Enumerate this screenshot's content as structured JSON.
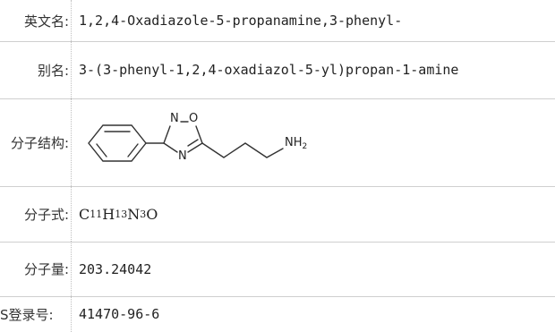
{
  "rows": {
    "english_name": {
      "label": "英文名:",
      "value": "1,2,4-Oxadiazole-5-propanamine,3-phenyl-"
    },
    "alias": {
      "label": "别名:",
      "value": "3-(3-phenyl-1,2,4-oxadiazol-5-yl)propan-1-amine"
    },
    "structure": {
      "label": "分子结构:",
      "atoms": {
        "n_top": "N",
        "o": "O",
        "n_bottom": "N",
        "amine_n": "NH",
        "amine_sub": "2"
      }
    },
    "formula": {
      "label": "分子式:",
      "parts": {
        "c": "C",
        "c_n": "11",
        "h": "H",
        "h_n": "13",
        "n": "N",
        "n_n": "3",
        "o": "O"
      }
    },
    "weight": {
      "label": "分子量:",
      "value": "203.24042"
    },
    "cas": {
      "label": "S登录号:",
      "value": "41470-96-6"
    }
  }
}
